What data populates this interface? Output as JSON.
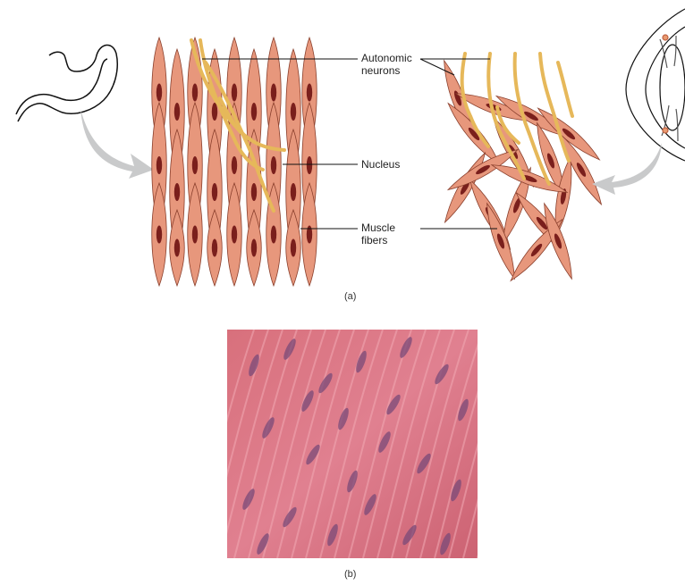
{
  "labels": {
    "autonomic": "Autonomic\nneurons",
    "autonomic_line1": "Autonomic",
    "autonomic_line2": "neurons",
    "nucleus": "Nucleus",
    "muscle_line1": "Muscle",
    "muscle_line2": "fibers"
  },
  "captions": {
    "a": "(a)",
    "b": "(b)"
  },
  "colors": {
    "fiber_fill": "#e7977c",
    "fiber_stroke": "#8a3f2c",
    "nucleus": "#7a1f1c",
    "neuron": "#e6b85a",
    "neuron_stroke": "#b48a2c",
    "arrow": "#c9cacb",
    "tissue": "#d66878"
  },
  "icons": {
    "organ_left": "stomach-outline-icon",
    "organ_right": "eye-iris-outline-icon"
  }
}
